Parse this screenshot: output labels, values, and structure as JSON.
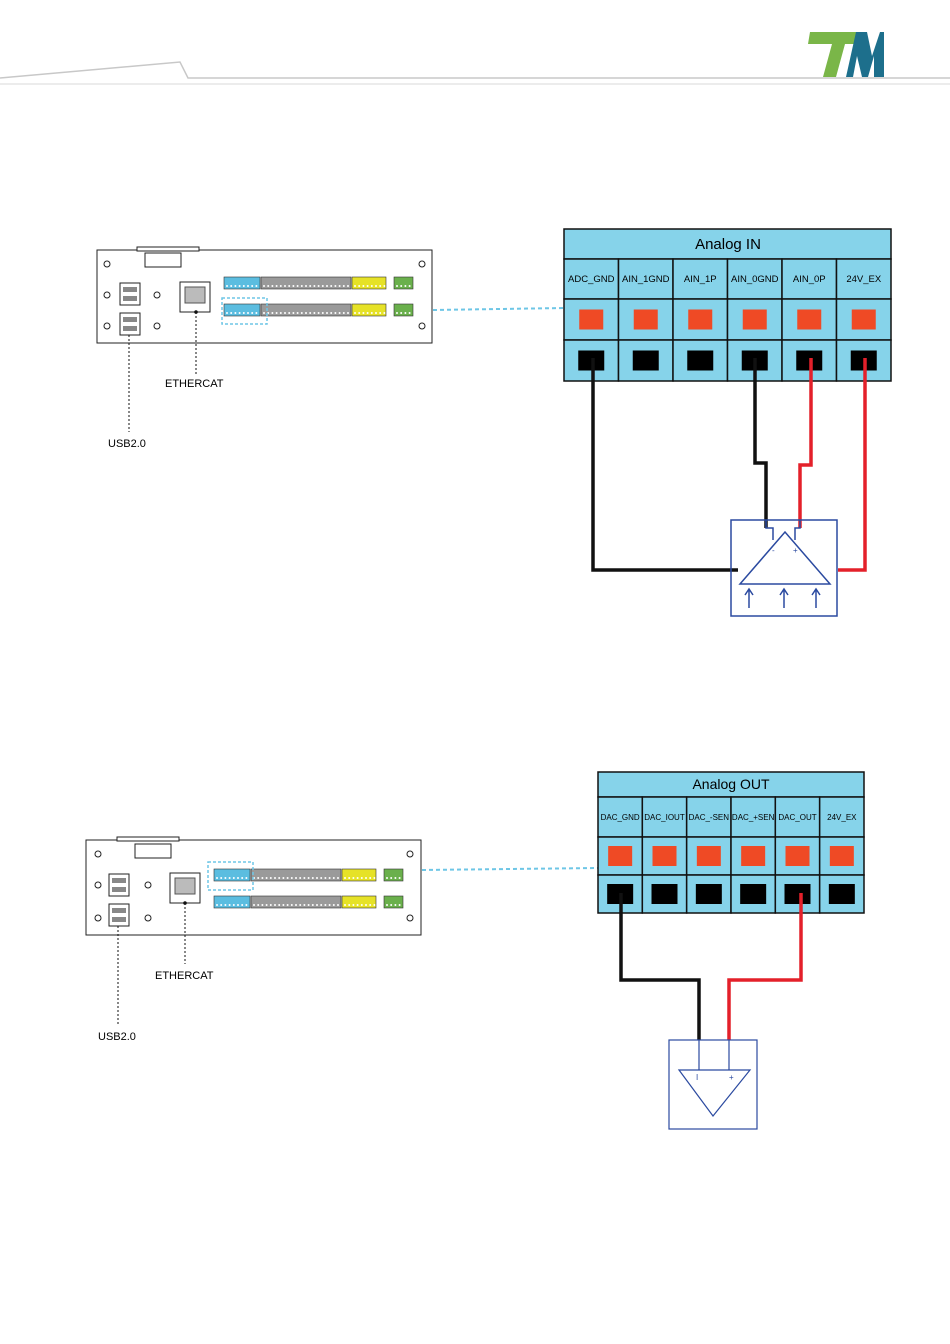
{
  "logo": {
    "text": "TM",
    "colors": {
      "t": "#7ab648",
      "m": "#1d6f8c"
    }
  },
  "diagram_top": {
    "title": "Analog IN",
    "terminals": [
      "ADC_GND",
      "AIN_1GND",
      "AIN_1P",
      "AIN_0GND",
      "AIN_0P",
      "24V_EX"
    ],
    "labels": {
      "ethercat": "ETHERCAT",
      "usb": "USB2.0"
    }
  },
  "diagram_bottom": {
    "title": "Analog OUT",
    "terminals": [
      "DAC_GND",
      "DAC_IOUT",
      "DAC_-SEN",
      "DAC_+SEN",
      "DAC_OUT",
      "24V_EX"
    ],
    "labels": {
      "ethercat": "ETHERCAT",
      "usb": "USB2.0"
    }
  },
  "colors": {
    "terminal_fill": "#86d3ea",
    "pad_red": "#ef4a25",
    "wire_red": "#e4202a",
    "wire_black": "#111111",
    "amp_blue": "#2b4aa0",
    "dotted": "#6ec6e6"
  }
}
